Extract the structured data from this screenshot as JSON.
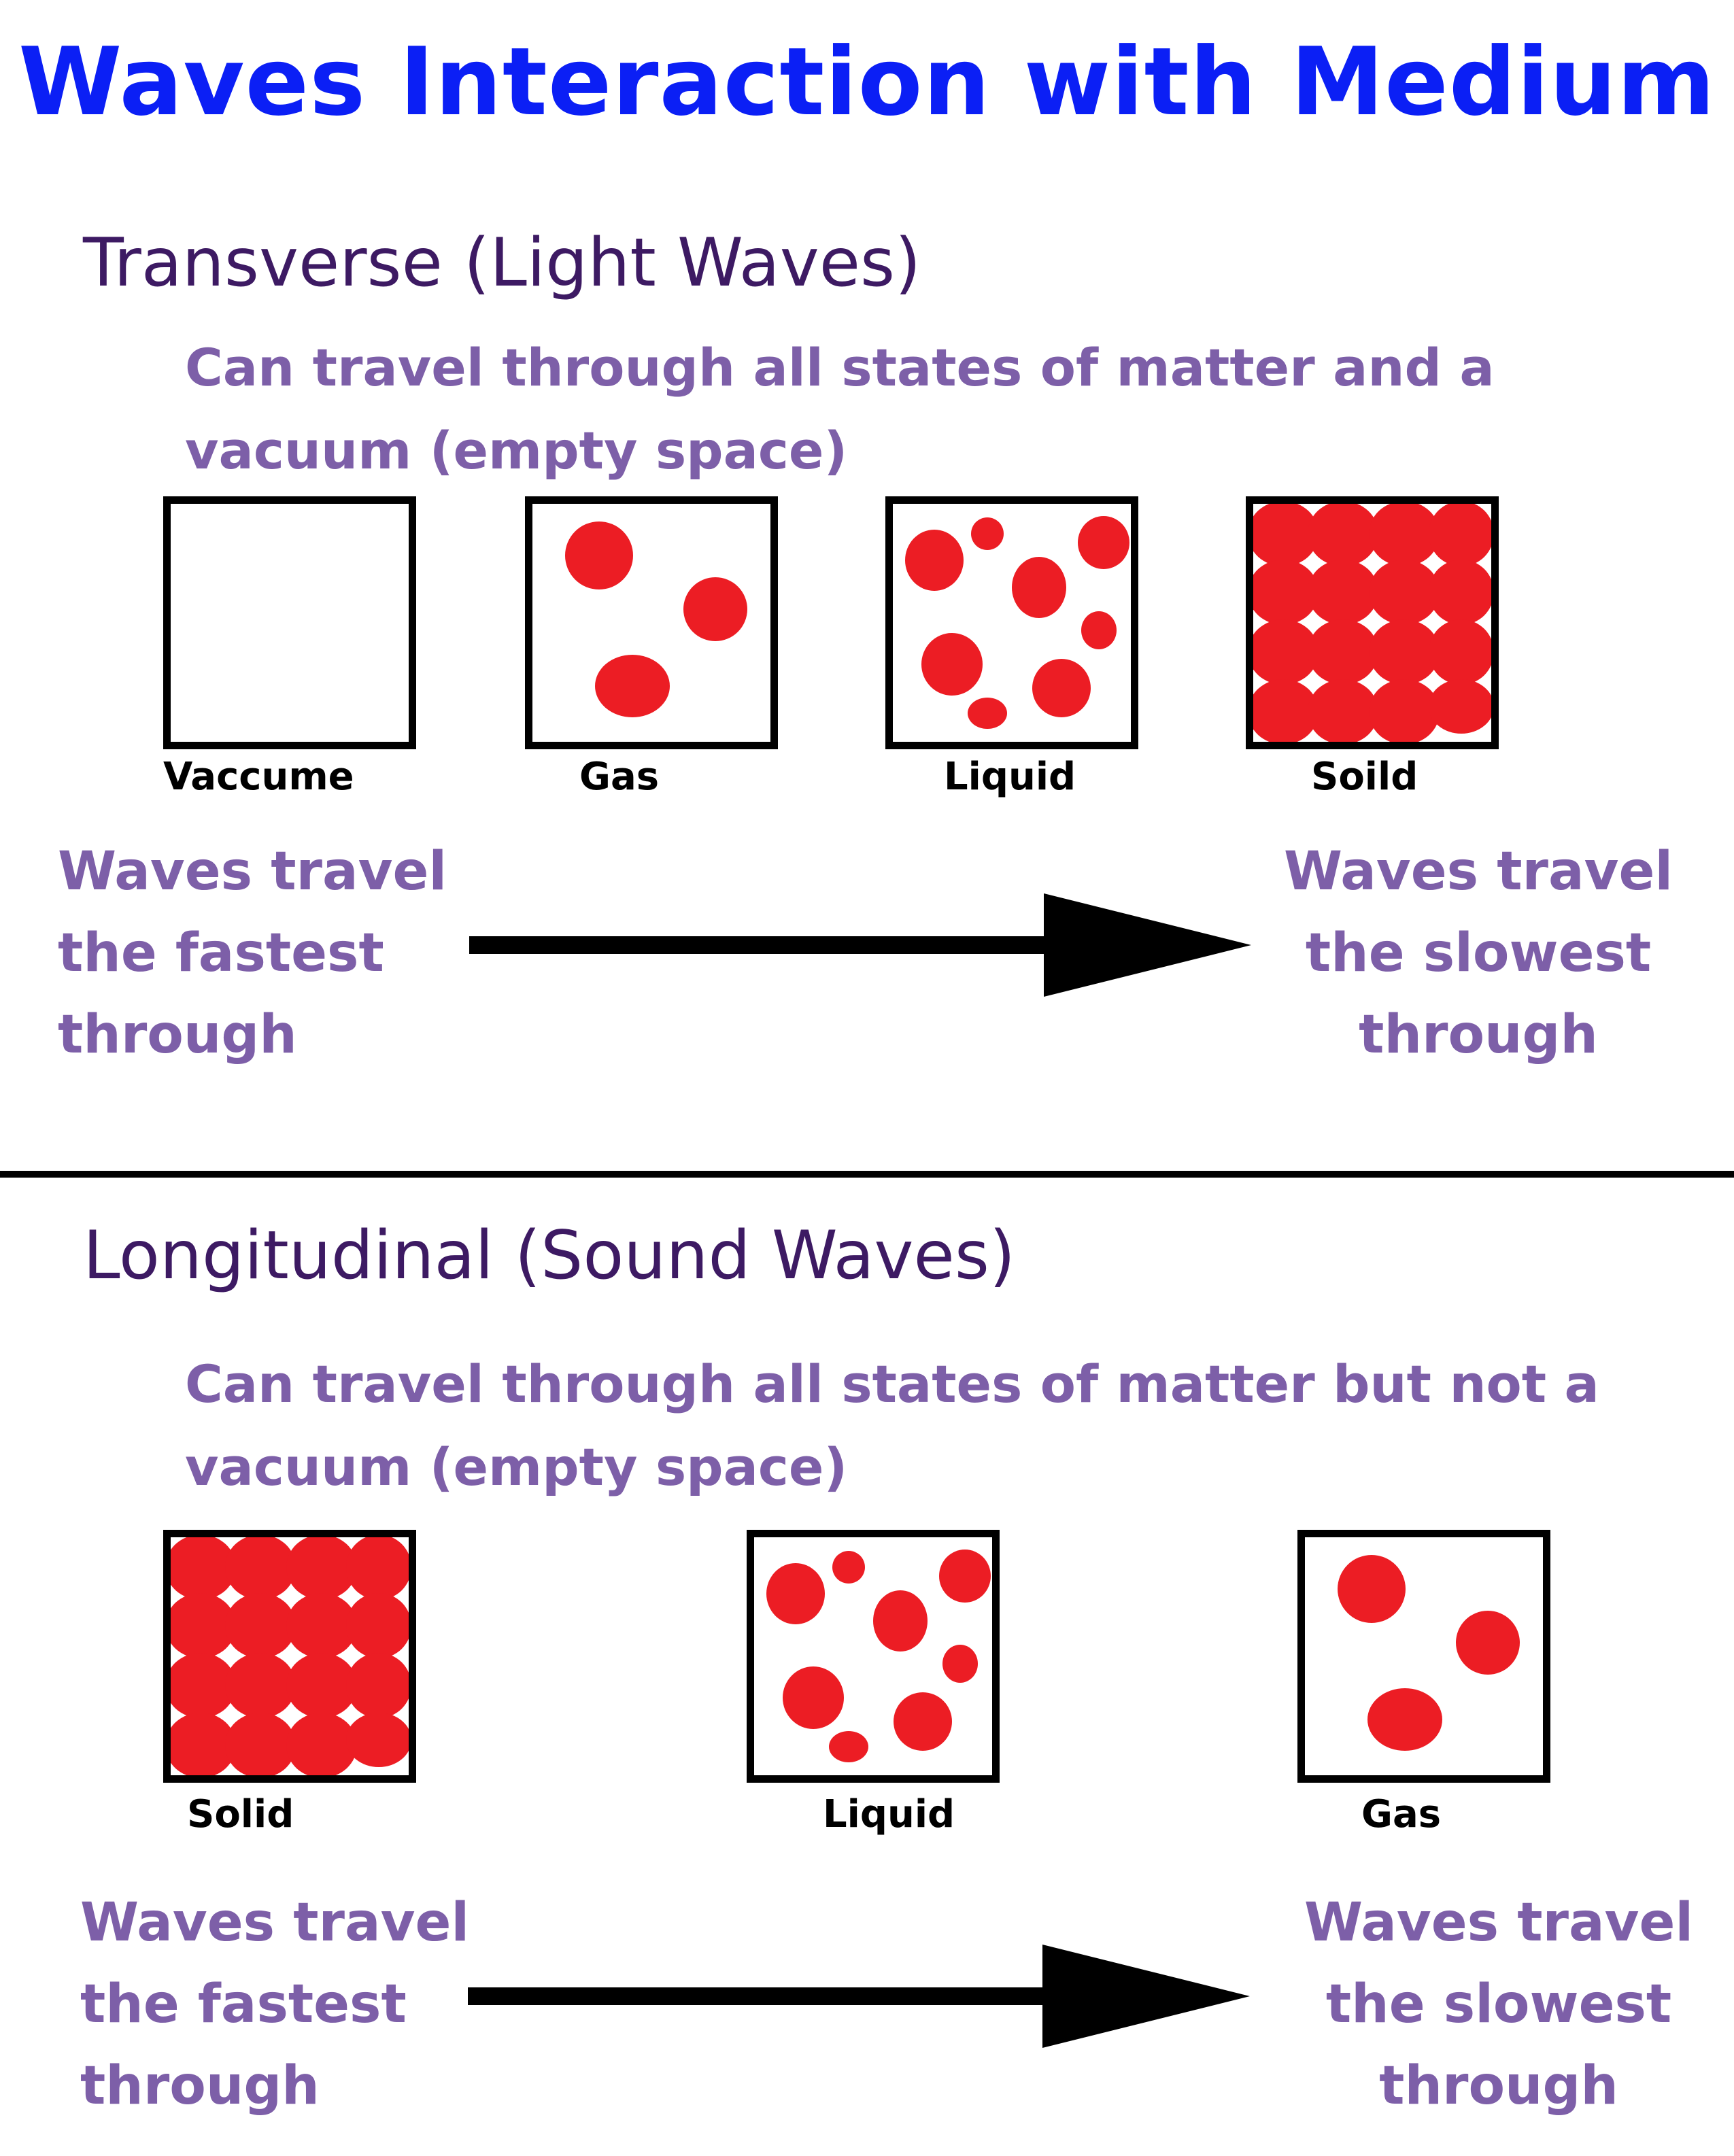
{
  "title": "Waves Interaction with Medium",
  "colors": {
    "title": "#0b1ff5",
    "heading": "#3d1a63",
    "description": "#7d5fa8",
    "particle": "#ec1d24",
    "outline": "#000000"
  },
  "transverse": {
    "heading": "Transverse (Light Waves)",
    "description": [
      "Can travel through all states of matter and a",
      "vacuum (empty space)"
    ],
    "states": [
      {
        "label": "Vaccume",
        "particles": "none"
      },
      {
        "label": "Gas",
        "particles": "few, far apart"
      },
      {
        "label": "Liquid",
        "particles": "more, loosely spaced"
      },
      {
        "label": "Soild",
        "particles": "tightly packed"
      }
    ],
    "left_note": [
      "Waves travel",
      "the fastest",
      "through"
    ],
    "right_note": [
      "Waves travel",
      "the slowest",
      "through"
    ]
  },
  "longitudinal": {
    "heading": "Longitudinal (Sound Waves)",
    "description": [
      "Can travel through all states of matter but not a",
      "vacuum (empty space)"
    ],
    "states": [
      {
        "label": "Solid",
        "particles": "tightly packed"
      },
      {
        "label": "Liquid",
        "particles": "more, loosely spaced"
      },
      {
        "label": "Gas",
        "particles": "few, far apart"
      }
    ],
    "left_note": [
      "Waves travel",
      "the fastest",
      "through"
    ],
    "right_note": [
      "Waves travel",
      "the slowest",
      "through"
    ]
  }
}
